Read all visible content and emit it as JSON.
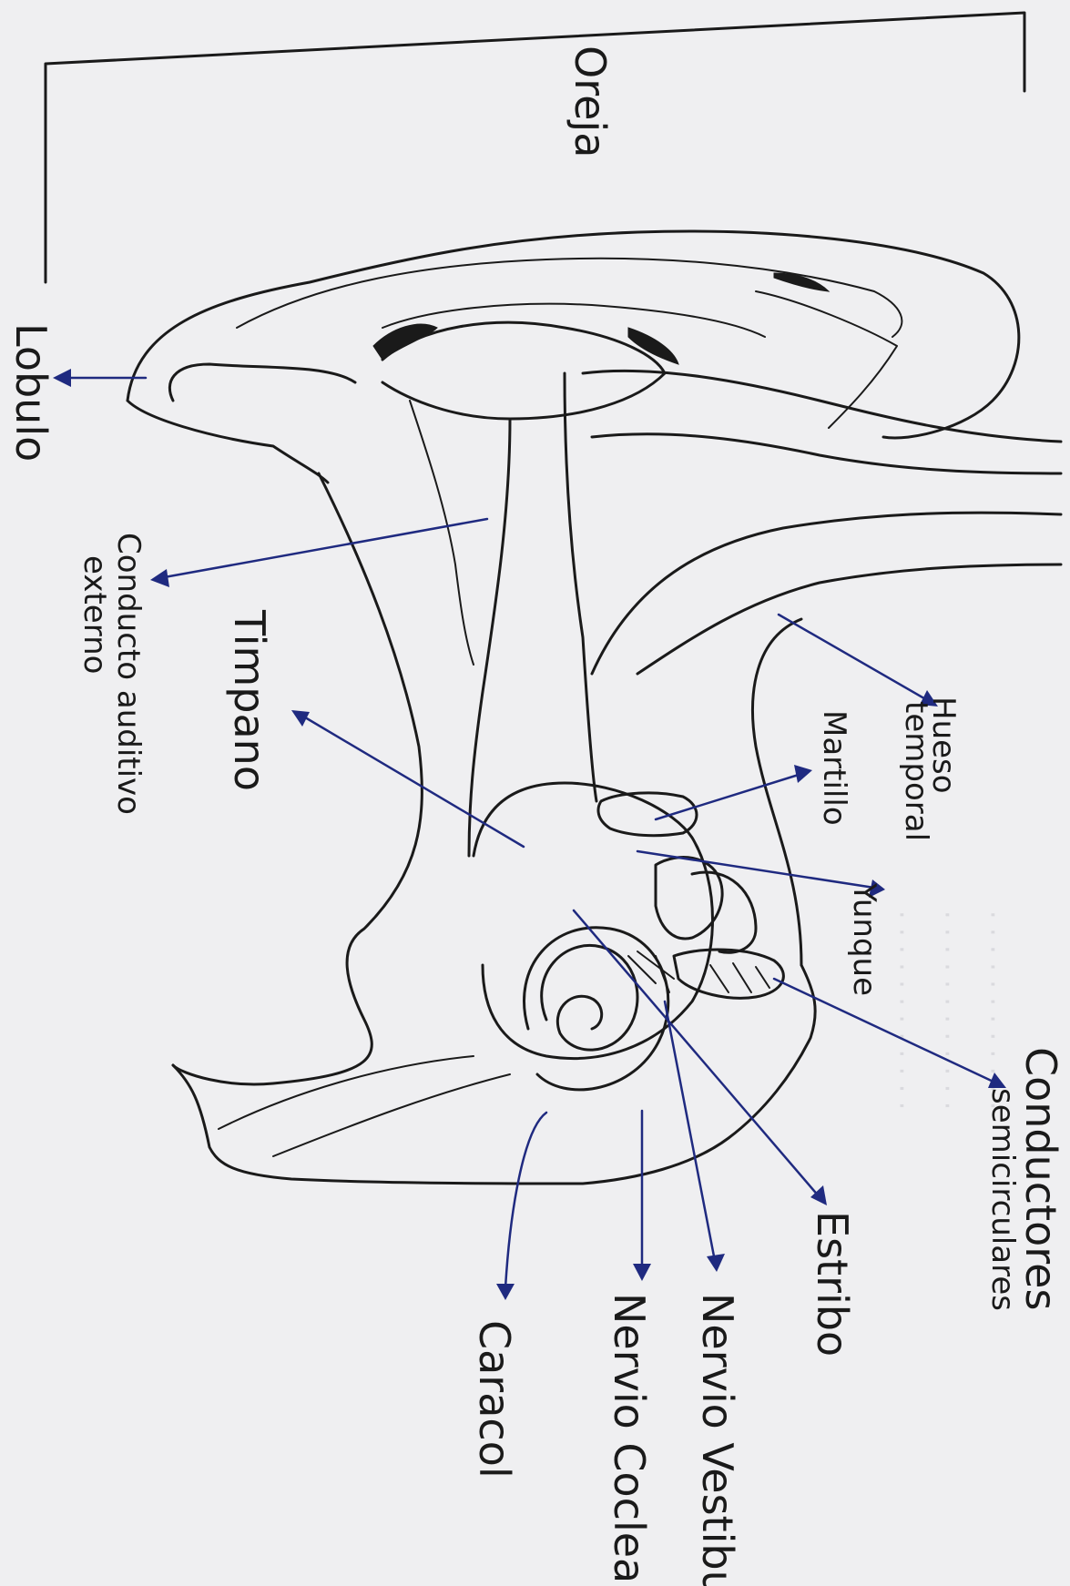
{
  "labels": {
    "oreja": "Oreja",
    "lobulo": "Lobulo",
    "conducto_1": "Conducto auditivo",
    "conducto_2": "externo",
    "timpano": "Timpano",
    "hueso_1": "Hueso",
    "hueso_2": "temporal",
    "martillo": "Martillo",
    "yunque": "Yunque",
    "conductores_1": "Conductores",
    "conductores_2": "semicirculares",
    "estribo": "Estribo",
    "nervio_vestibular": "Nervio Vestibular",
    "nervio_coclear": "Nervio Coclear",
    "caracol": "Caracol"
  },
  "colors": {
    "paper": "#efeff1",
    "ink": "#1a1a1a",
    "arrow_ink": "#1f2a80"
  }
}
